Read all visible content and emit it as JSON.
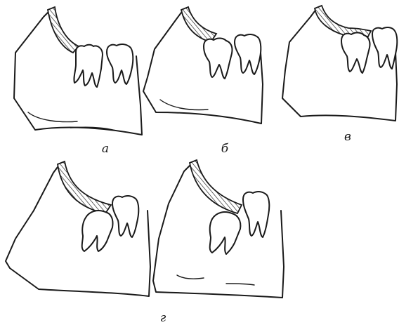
{
  "figures": [
    {
      "id": "a",
      "label": "а"
    },
    {
      "id": "b",
      "label": "б"
    },
    {
      "id": "v",
      "label": "в"
    },
    {
      "id": "g",
      "label": "г"
    }
  ]
}
